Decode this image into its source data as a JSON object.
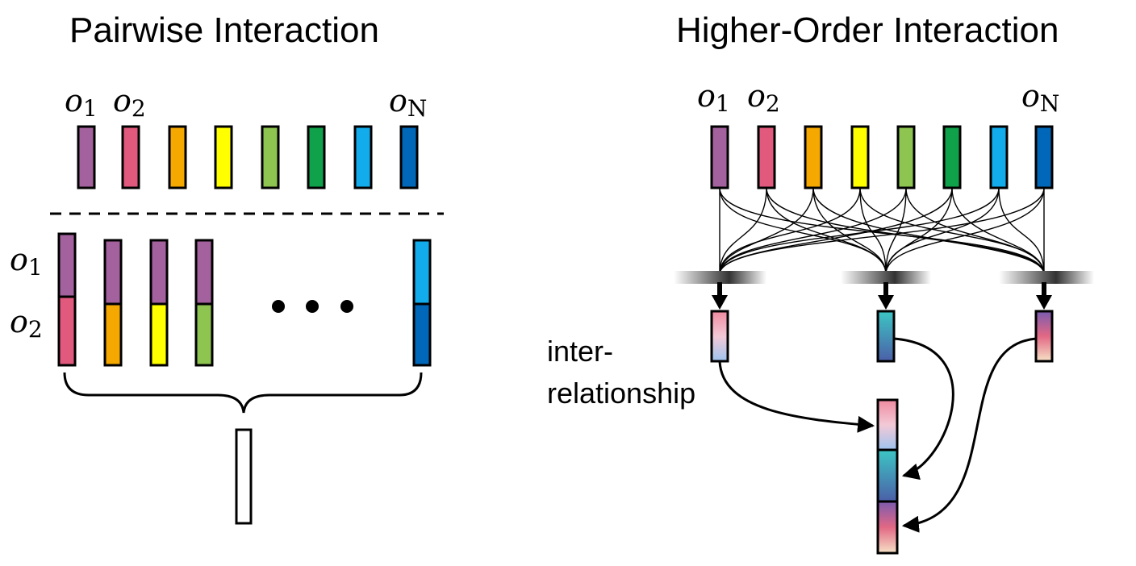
{
  "titles": {
    "left": "Pairwise Interaction",
    "right": "Higher-Order Interaction"
  },
  "symbols": {
    "base": "o",
    "sub1": "1",
    "sub2": "2",
    "subN": "N"
  },
  "annotation": {
    "line1": "inter-",
    "line2": "relationship"
  },
  "ellipsis": "...",
  "colors": {
    "o1": "#A3629E",
    "o2": "#E15A7E",
    "o3": "#F5A800",
    "o4": "#FFFF00",
    "o5": "#8DC550",
    "o6": "#0FA24B",
    "o7": "#12ACEC",
    "o8": "#0067B9"
  }
}
